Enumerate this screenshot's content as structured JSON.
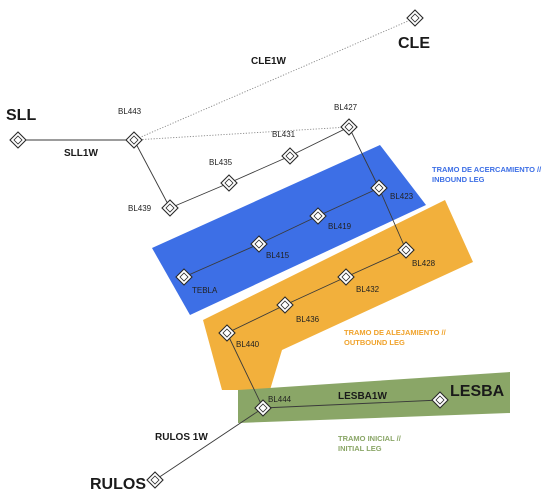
{
  "colors": {
    "inbound": "#3d6fe6",
    "outbound": "#f2b03c",
    "initial": "#8aa667",
    "line": "#3a3a3a",
    "inbound_text": "#3d6fe6",
    "outbound_text": "#f0a32c",
    "initial_text": "#8aa667"
  },
  "waypoints": [
    {
      "id": "CLE",
      "label": "CLE",
      "major": true
    },
    {
      "id": "SLL",
      "label": "SLL",
      "major": true
    },
    {
      "id": "BL443",
      "label": "BL443",
      "major": false
    },
    {
      "id": "BL427",
      "label": "BL427",
      "major": false
    },
    {
      "id": "BL431",
      "label": "BL431",
      "major": false
    },
    {
      "id": "BL435",
      "label": "BL435",
      "major": false
    },
    {
      "id": "BL439",
      "label": "BL439",
      "major": false
    },
    {
      "id": "BL423",
      "label": "BL423",
      "major": false
    },
    {
      "id": "BL419",
      "label": "BL419",
      "major": false
    },
    {
      "id": "BL415",
      "label": "BL415",
      "major": false
    },
    {
      "id": "TEBLA",
      "label": "TEBLA",
      "major": false
    },
    {
      "id": "BL428",
      "label": "BL428",
      "major": false
    },
    {
      "id": "BL432",
      "label": "BL432",
      "major": false
    },
    {
      "id": "BL436",
      "label": "BL436",
      "major": false
    },
    {
      "id": "BL440",
      "label": "BL440",
      "major": false
    },
    {
      "id": "BL444",
      "label": "BL444",
      "major": false
    },
    {
      "id": "LESBA",
      "label": "LESBA",
      "major": true
    },
    {
      "id": "RULOS",
      "label": "RULOS",
      "major": true
    }
  ],
  "airways": [
    {
      "id": "cle1w",
      "label": "CLE1W"
    },
    {
      "id": "sll1w",
      "label": "SLL1W"
    },
    {
      "id": "lesba1w",
      "label": "LESBA1W"
    },
    {
      "id": "rulos1w",
      "label": "RULOS 1W"
    }
  ],
  "legs": [
    {
      "id": "inbound",
      "label_line1": "TRAMO DE ACERCAMIENTO //",
      "label_line2": "INBOUND LEG"
    },
    {
      "id": "outbound",
      "label_line1": "TRAMO DE ALEJAMIENTO //",
      "label_line2": "OUTBOUND LEG"
    },
    {
      "id": "initial",
      "label_line1": "TRAMO INICIAL //",
      "label_line2": "INITIAL LEG"
    }
  ]
}
